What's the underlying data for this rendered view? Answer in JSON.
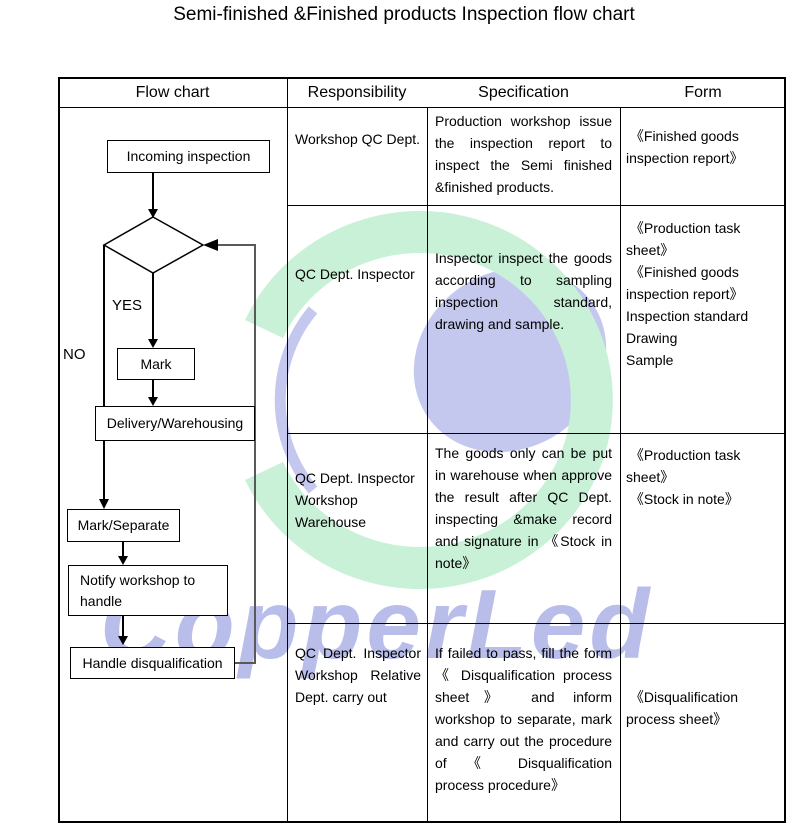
{
  "title": "Semi-finished &Finished products Inspection flow chart",
  "watermark": {
    "text": "CopperLed"
  },
  "colors": {
    "watermark_green": "#c9f1d7",
    "watermark_lavender": "#c5c8ee",
    "watermark_text": "#b9bde9",
    "feedback_line": "#595959",
    "border": "#000000"
  },
  "table": {
    "headers": [
      "Flow chart",
      "Responsibility",
      "Specification",
      "Form"
    ],
    "rows": [
      {
        "responsibility": "Workshop QC Dept.",
        "specification": "Production workshop issue the inspection report to inspect the Semi finished &finished products.",
        "forms": [
          " 《Finished goods inspection report》"
        ]
      },
      {
        "responsibility": "QC Dept. Inspector",
        "specification": "Inspector inspect the goods according to sampling inspection standard, drawing and sample.",
        "forms": [
          " 《Production task sheet》",
          " 《Finished goods inspection report》",
          "Inspection standard",
          "Drawing",
          "Sample"
        ]
      },
      {
        "responsibility": "QC Dept. Inspector Workshop Warehouse",
        "specification": "The goods only can be put in warehouse when approve the result after QC Dept. inspecting &make record and signature in 《Stock in note》",
        "forms": [
          " 《Production task sheet》",
          " 《Stock in note》"
        ]
      },
      {
        "responsibility": "QC Dept. Inspector Workshop Relative Dept. carry out",
        "specification": "If failed to pass, fill the form 《 Disqualification process sheet》 and inform workshop to separate, mark and carry out the procedure of 《 Disqualification process procedure》",
        "forms": [
          " 《Disqualification process sheet》"
        ]
      }
    ]
  },
  "flowchart": {
    "nodes": {
      "incoming": "Incoming inspection",
      "mark": "Mark",
      "delivery": "Delivery/Warehousing",
      "mark_separate": "Mark/Separate",
      "notify": "Notify workshop to handle",
      "handle": "Handle disqualification"
    },
    "yes_label": "YES",
    "no_label": "NO"
  }
}
